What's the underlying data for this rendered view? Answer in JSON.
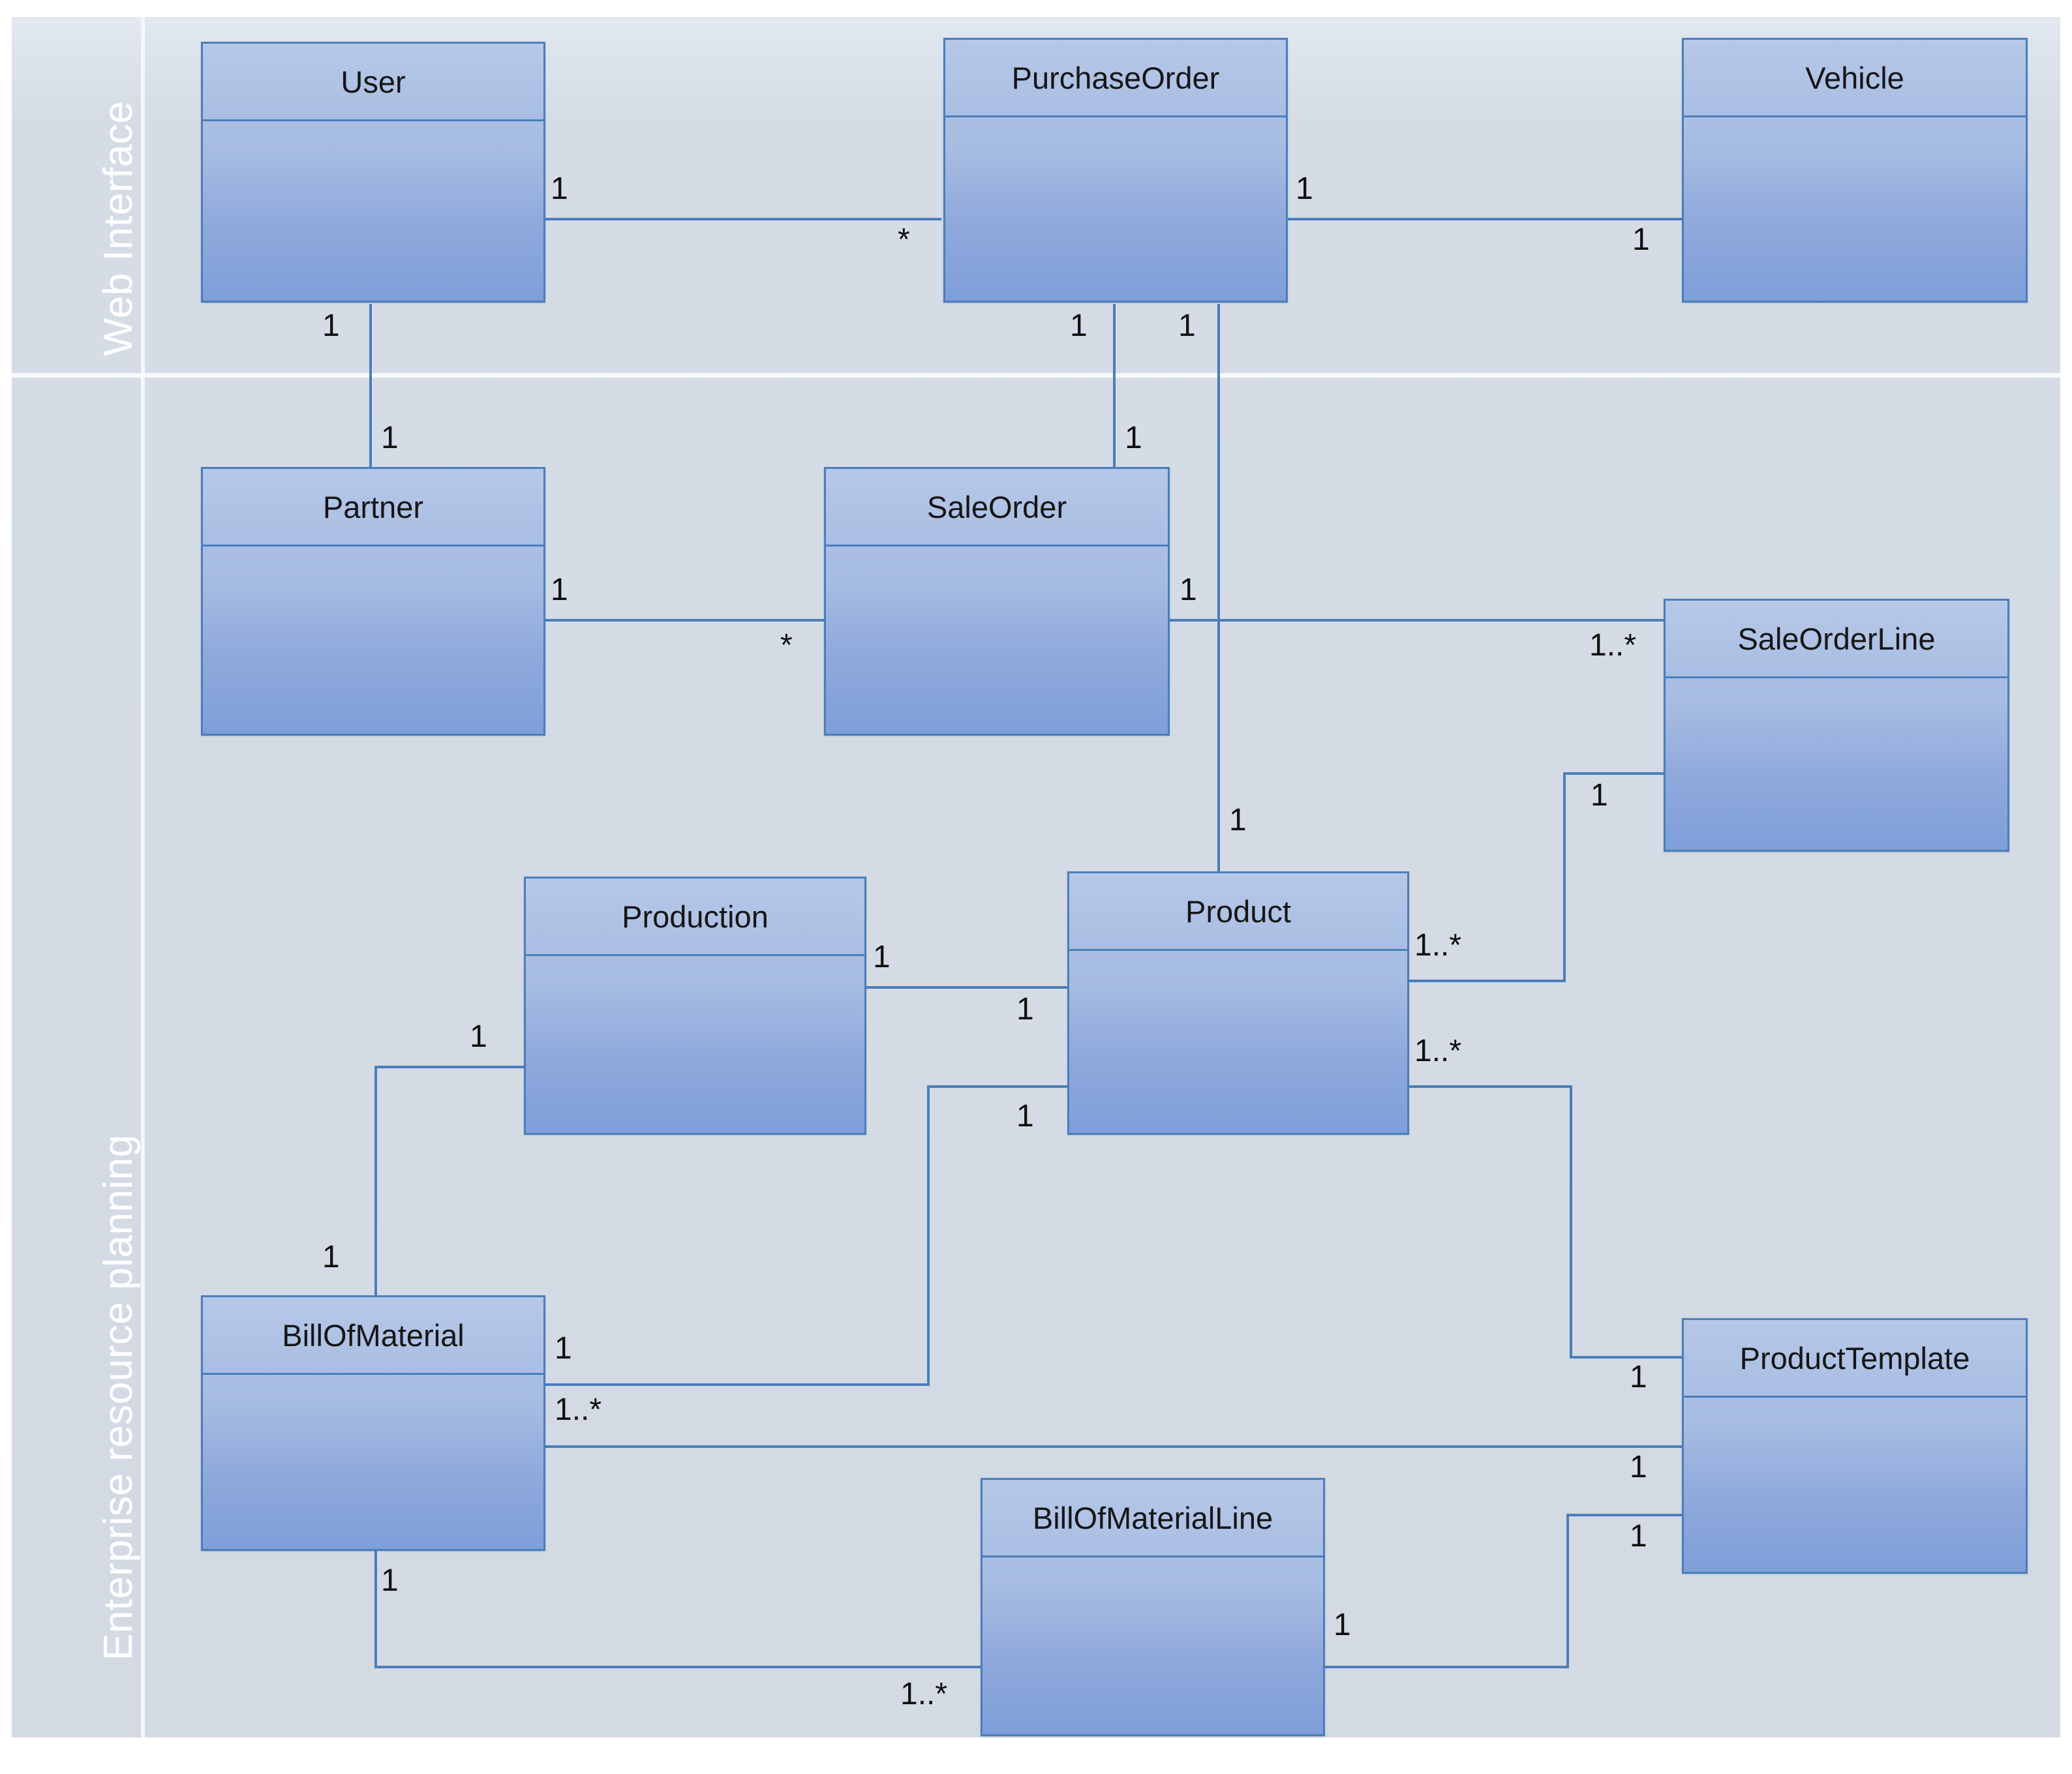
{
  "diagram": {
    "kind": "uml-class-diagram",
    "lanes": [
      {
        "id": "web",
        "label": "Web Interface"
      },
      {
        "id": "erp",
        "label": "Enterprise resource planning"
      }
    ],
    "colors": {
      "canvas_background": "#d3dae4",
      "class_fill_top": "#b3c6e7",
      "class_fill_bottom": "#7f9fd9",
      "class_border": "#4a7ebb",
      "connector": "#4a7ebb",
      "lane_label_text": "#ffffff",
      "lane_divider": "#f4f7fa",
      "multiplicity_text": "#101010"
    },
    "classes": [
      {
        "id": "user",
        "name": "User",
        "lane": "web"
      },
      {
        "id": "purchaseorder",
        "name": "PurchaseOrder",
        "lane": "web"
      },
      {
        "id": "vehicle",
        "name": "Vehicle",
        "lane": "web"
      },
      {
        "id": "partner",
        "name": "Partner",
        "lane": "erp"
      },
      {
        "id": "saleorder",
        "name": "SaleOrder",
        "lane": "erp"
      },
      {
        "id": "saleorderline",
        "name": "SaleOrderLine",
        "lane": "erp"
      },
      {
        "id": "production",
        "name": "Production",
        "lane": "erp"
      },
      {
        "id": "product",
        "name": "Product",
        "lane": "erp"
      },
      {
        "id": "billofmaterial",
        "name": "BillOfMaterial",
        "lane": "erp"
      },
      {
        "id": "producttemplate",
        "name": "ProductTemplate",
        "lane": "erp"
      },
      {
        "id": "billofmaterialline",
        "name": "BillOfMaterialLine",
        "lane": "erp"
      }
    ],
    "associations": [
      {
        "from": "user",
        "to": "purchaseorder",
        "from_mult": "1",
        "to_mult": "*"
      },
      {
        "from": "purchaseorder",
        "to": "vehicle",
        "from_mult": "1",
        "to_mult": "1"
      },
      {
        "from": "user",
        "to": "partner",
        "from_mult": "1",
        "to_mult": "1"
      },
      {
        "from": "purchaseorder",
        "to": "saleorder",
        "from_mult": "1",
        "to_mult": "1"
      },
      {
        "from": "purchaseorder",
        "to": "product",
        "from_mult": "1",
        "to_mult": "1"
      },
      {
        "from": "partner",
        "to": "saleorder",
        "from_mult": "1",
        "to_mult": "*"
      },
      {
        "from": "saleorder",
        "to": "saleorderline",
        "from_mult": "1",
        "to_mult": "1..*"
      },
      {
        "from": "production",
        "to": "product",
        "from_mult": "1",
        "to_mult": "1"
      },
      {
        "from": "product",
        "to": "saleorderline",
        "from_mult": "1..*",
        "to_mult": "1"
      },
      {
        "from": "product",
        "to": "producttemplate",
        "from_mult": "1..*",
        "to_mult": "1"
      },
      {
        "from": "production",
        "to": "billofmaterial",
        "from_mult": "1",
        "to_mult": "1"
      },
      {
        "from": "billofmaterial",
        "to": "product",
        "from_mult": "1",
        "to_mult": "1"
      },
      {
        "from": "billofmaterial",
        "to": "producttemplate",
        "from_mult": "1..*",
        "to_mult": "1"
      },
      {
        "from": "billofmaterial",
        "to": "billofmaterialline",
        "from_mult": "1",
        "to_mult": "1..*"
      },
      {
        "from": "billofmaterialline",
        "to": "producttemplate",
        "from_mult": "1",
        "to_mult": "1"
      }
    ],
    "multiplicity_labels": {
      "user_to_po": "1",
      "po_from_user": "*",
      "po_to_vehicle": "1",
      "vehicle_from_po": "1",
      "user_to_partner": "1",
      "partner_from_user": "1",
      "po_to_saleorder": "1",
      "saleorder_from_po": "1",
      "po_to_product": "1",
      "product_from_po": "1",
      "partner_to_saleorder": "1",
      "saleorder_from_partner": "*",
      "saleorder_to_sol": "1",
      "sol_from_saleorder": "1..*",
      "production_to_product": "1",
      "product_from_production": "1",
      "product_to_sol": "1..*",
      "sol_from_product": "1",
      "product_to_pt": "1..*",
      "pt_from_product": "1",
      "production_to_bom": "1",
      "bom_from_production": "1",
      "bom_to_product": "1",
      "product_from_bom": "1",
      "bom_to_pt": "1..*",
      "pt_from_bom": "1",
      "bom_to_boml": "1",
      "boml_from_bom": "1..*",
      "boml_to_pt": "1",
      "pt_from_boml": "1"
    }
  }
}
